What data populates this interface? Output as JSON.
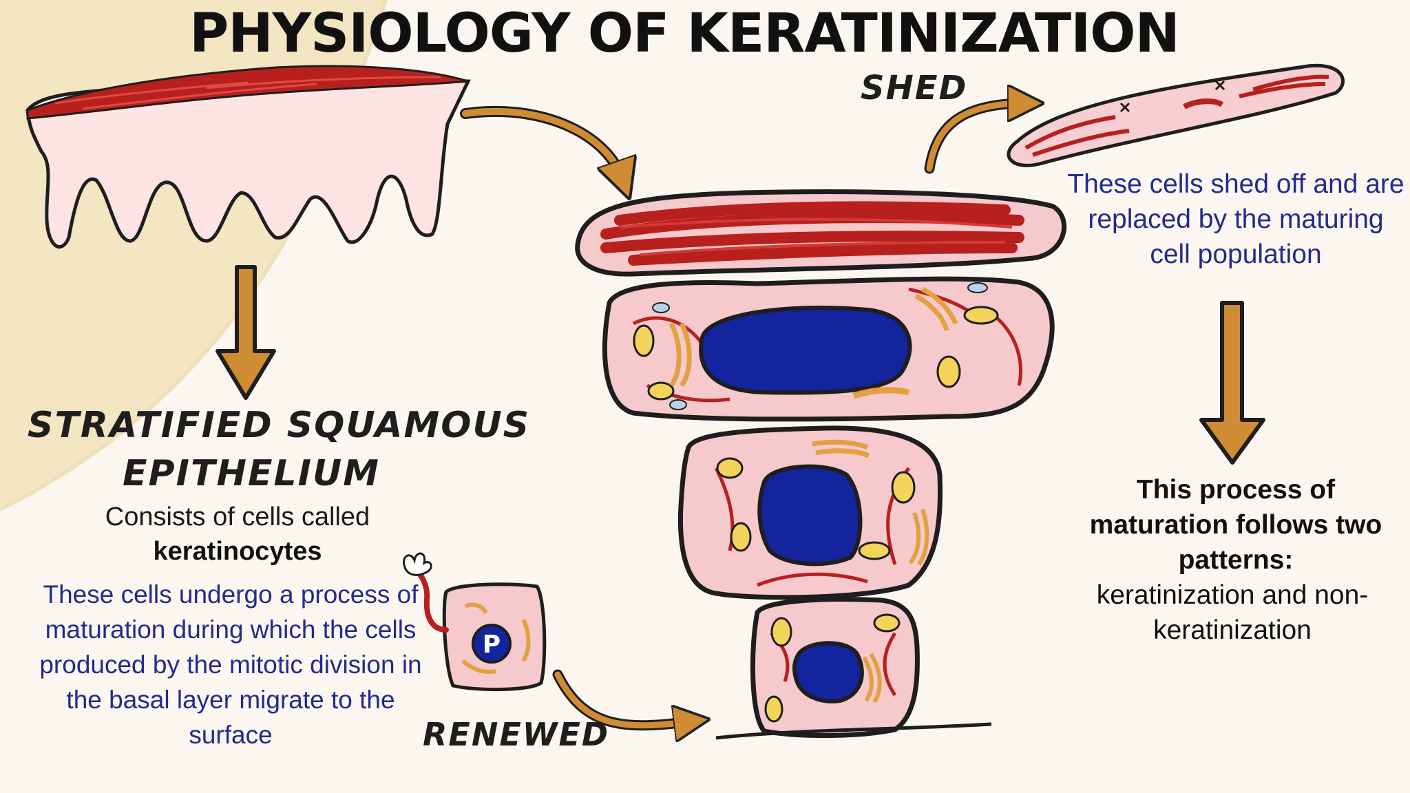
{
  "title": "PHYSIOLOGY OF KERATINIZATION",
  "labels": {
    "shed": "SHED",
    "renewed": "RENEWED",
    "stratified_line1": "STRATIFIED SQUAMOUS",
    "stratified_line2": "EPITHELIUM",
    "basal_cell_marker": "P"
  },
  "left_text": {
    "consists": "Consists of cells called",
    "keratinocytes": "keratinocytes",
    "maturation_description": "These cells undergo a process of maturation during which the cells produced by the mitotic division in the basal layer migrate to the surface"
  },
  "right_text": {
    "shed_description": "These cells shed off and are replaced by the maturing cell population",
    "patterns_bold": "This process of maturation follows two patterns:",
    "patterns_plain": "keratinization and non-keratinization"
  },
  "colors": {
    "background": "#fbf7f0",
    "background_wedge": "#f4e6c2",
    "cell_pink": "#f6c9cc",
    "keratin_red": "#b8201e",
    "nucleus_blue": "#14239e",
    "arrow_orange": "#d08c32",
    "blue_text": "#232a8a"
  }
}
